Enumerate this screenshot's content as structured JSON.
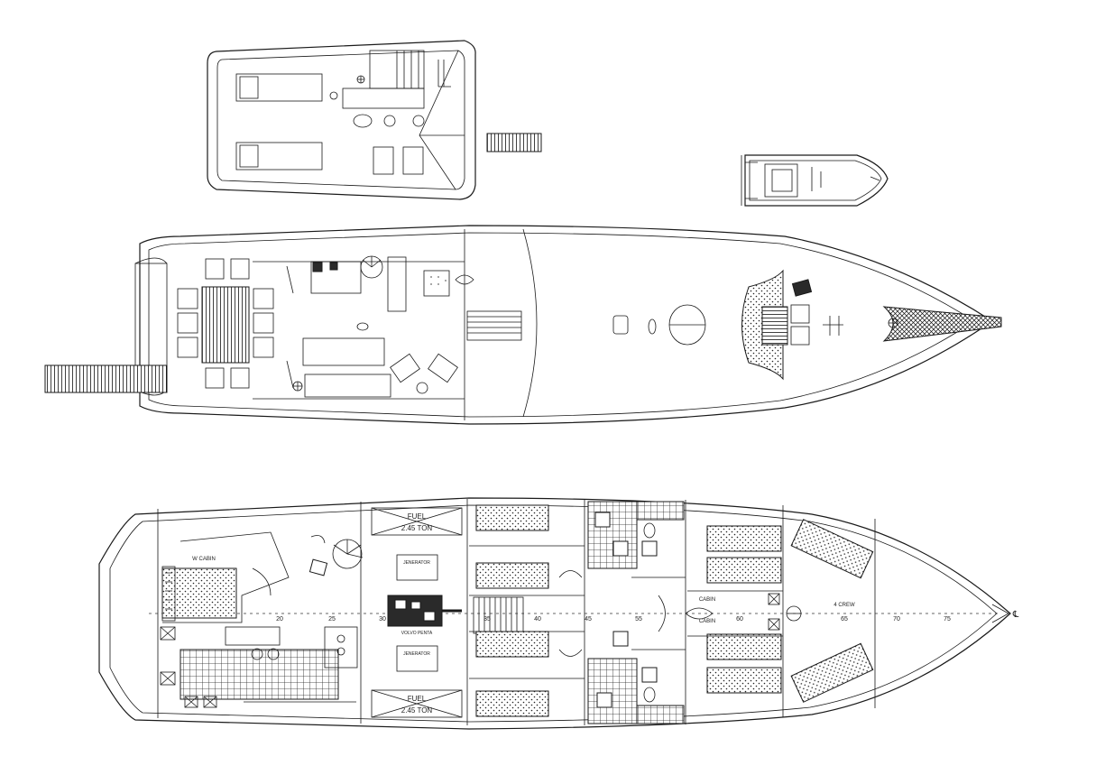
{
  "colors": {
    "line": "#1a1a1a",
    "background": "#ffffff",
    "dark_fill": "#2a2a2a"
  },
  "lower_deck": {
    "fuel_label_1": "FUEL",
    "fuel_capacity_1": "2.45 TON",
    "fuel_label_2": "FUEL",
    "fuel_capacity_2": "2.45 TON",
    "generator_1": "JENERATOR",
    "generator_2": "JENERATOR",
    "engine_label": "VOLVO PENTA",
    "crew_cabin_aft": "W CABIN",
    "cabin_label_1": "CABIN",
    "cabin_label_2": "CABIN",
    "crew_cabin_fwd": "4 CREW",
    "frame_marks": [
      "20",
      "25",
      "30",
      "35",
      "40",
      "45",
      "55",
      "60",
      "65",
      "70",
      "75"
    ],
    "centerline_symbol": "℄"
  }
}
